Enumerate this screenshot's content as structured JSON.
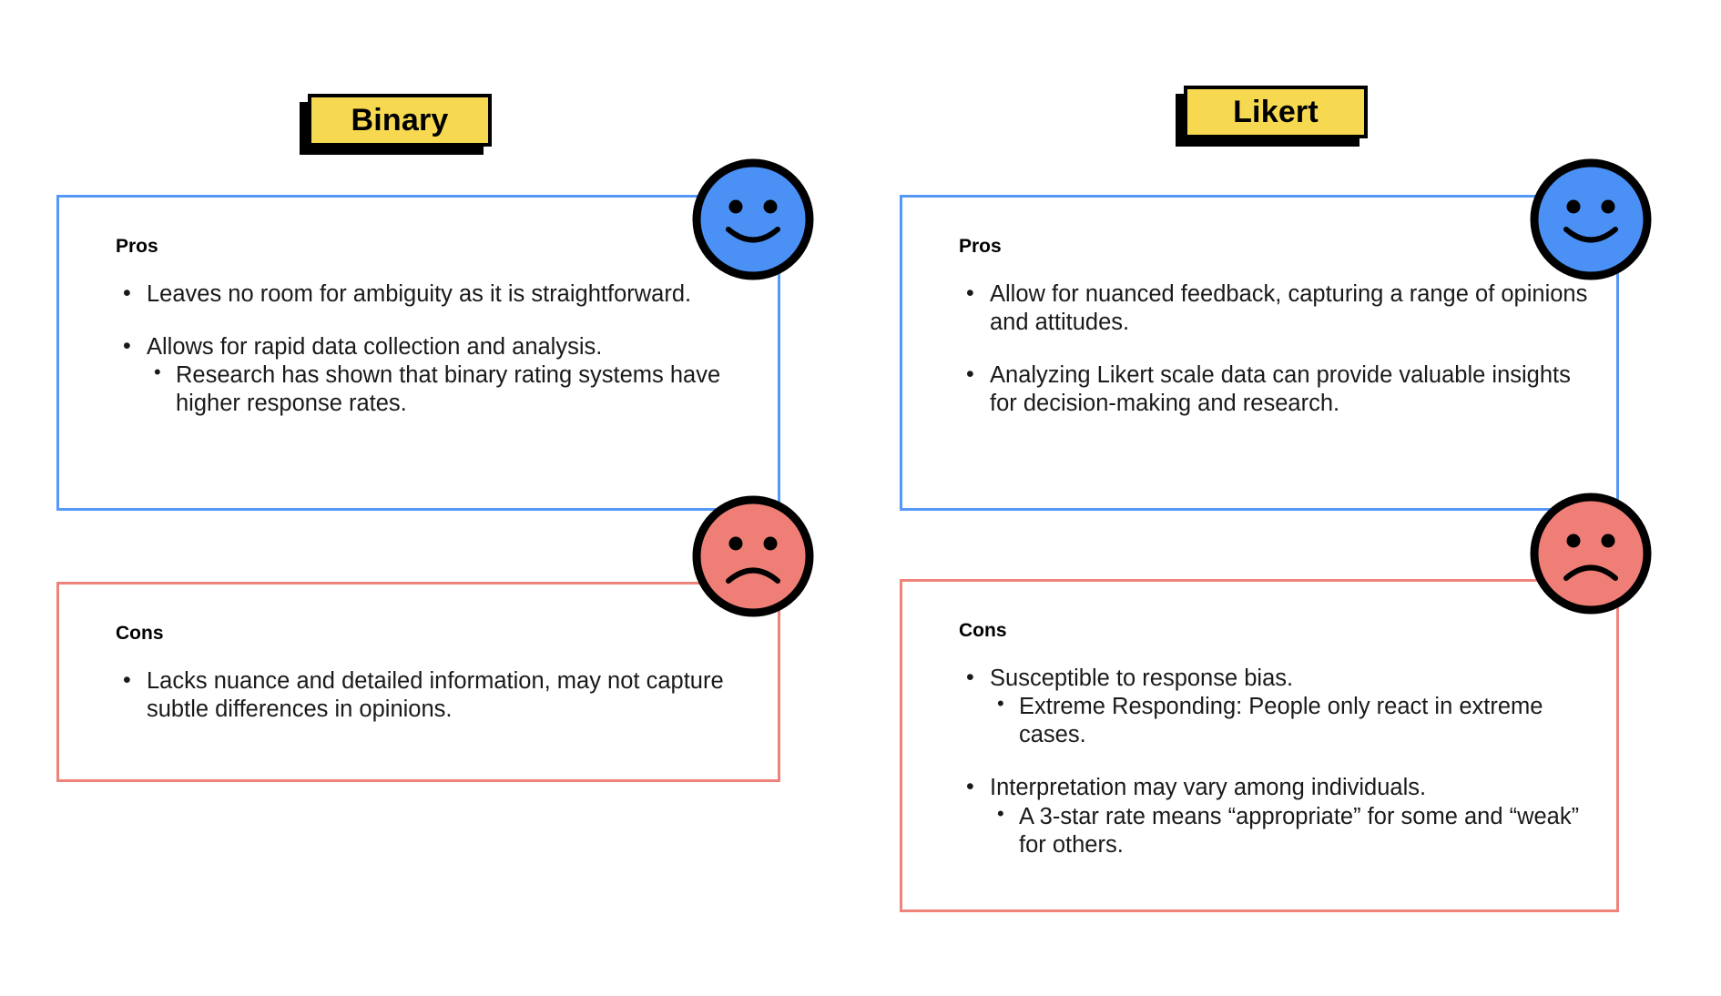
{
  "palette": {
    "badge_fill": "#F7D951",
    "badge_border": "#000000",
    "pros_border": "#5598F7",
    "cons_border": "#EE8379",
    "happy_face_fill": "#4A90F5",
    "sad_face_fill": "#EE7E76",
    "face_outline": "#000000",
    "text": "#1a1a1a",
    "background": "#FFFFFF"
  },
  "columns": [
    {
      "id": "binary",
      "badge_label": "Binary",
      "pros": {
        "heading": "Pros",
        "face": "happy-face-icon",
        "items": [
          {
            "text": "Leaves no room for ambiguity as it is straightforward.",
            "sub": []
          },
          {
            "text": "Allows for rapid data collection and analysis.",
            "sub": [
              "Research has shown that binary rating systems have higher response rates."
            ]
          }
        ]
      },
      "cons": {
        "heading": "Cons",
        "face": "sad-face-icon",
        "items": [
          {
            "text": "Lacks nuance and detailed information, may not capture subtle differences in opinions.",
            "sub": []
          }
        ]
      }
    },
    {
      "id": "likert",
      "badge_label": "Likert",
      "pros": {
        "heading": "Pros",
        "face": "happy-face-icon",
        "items": [
          {
            "text": "Allow for nuanced feedback, capturing a range of opinions and attitudes.",
            "sub": []
          },
          {
            "text": "Analyzing Likert scale data can provide valuable insights for decision-making and research.",
            "sub": []
          }
        ]
      },
      "cons": {
        "heading": "Cons",
        "face": "sad-face-icon",
        "items": [
          {
            "text": "Susceptible to response bias.",
            "sub": [
              "Extreme Responding: People only react in extreme cases."
            ]
          },
          {
            "text": "Interpretation may vary among individuals.",
            "sub": [
              "A 3-star rate means “appropriate” for some and “weak” for  others."
            ]
          }
        ]
      }
    }
  ]
}
